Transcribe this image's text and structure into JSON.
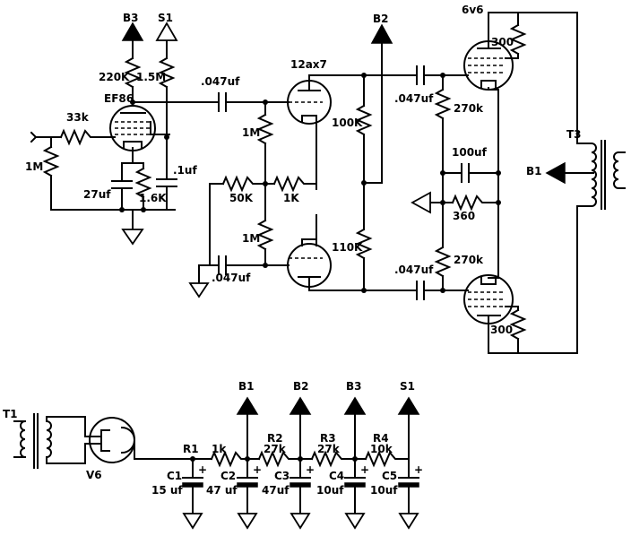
{
  "labels": {
    "b3_top": "B3",
    "s1_top": "S1",
    "b2_top": "B2",
    "b1_right": "B1",
    "t3": "T3",
    "v6v6": "6v6",
    "ef86": "EF86",
    "ax7": "12ax7",
    "r_220k": "220K",
    "r_1_5m": "1.5M",
    "r_33k": "33k",
    "r_1m_in": "1M",
    "c_27uf": "27uf",
    "r_1_6k": "1.6K",
    "c_1uf": ".1uf",
    "c_047_top": ".047uf",
    "r_1m_a": "1M",
    "r_50k": "50K",
    "r_1k": "1K",
    "r_1m_b": "1M",
    "c_047_bot": ".047uf",
    "r_100k": "100K",
    "r_110k": "110K",
    "c_047_pa": ".047uf",
    "r_270k_a": "270k",
    "c_100uf": "100uf",
    "r_360": "360",
    "c_047_pb": ".047uf",
    "r_270k_b": "270k",
    "r_300_top": "300",
    "r_300_bot": "300",
    "t1": "T1",
    "v6": "V6",
    "r1": "R1",
    "r1_val": "1k",
    "r2": "R2",
    "r2_val": "27k",
    "r3": "R3",
    "r3_val": "27k",
    "r4": "R4",
    "r4_val": "10k",
    "b1_ps": "B1",
    "b2_ps": "B2",
    "b3_ps": "B3",
    "s1_ps": "S1",
    "c1": "C1",
    "c1_val": "15 uf",
    "c2": "C2",
    "c2_val": "47 uf",
    "c3": "C3",
    "c3_val": "47uf",
    "c4": "C4",
    "c4_val": "10uf",
    "c5": "C5",
    "c5_val": "10uf",
    "plus": "+"
  }
}
